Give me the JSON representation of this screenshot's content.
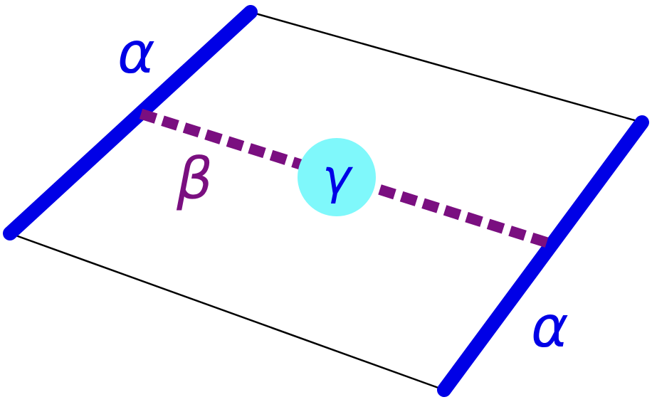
{
  "labels": {
    "alpha_left": "α",
    "alpha_right": "α",
    "beta": "β",
    "gamma": "γ"
  },
  "colors": {
    "alpha": "#0000e6",
    "beta": "#7a0f80",
    "gamma_fill": "#7ff8fb",
    "gamma_text": "#0000e6",
    "frame": "#000000"
  }
}
